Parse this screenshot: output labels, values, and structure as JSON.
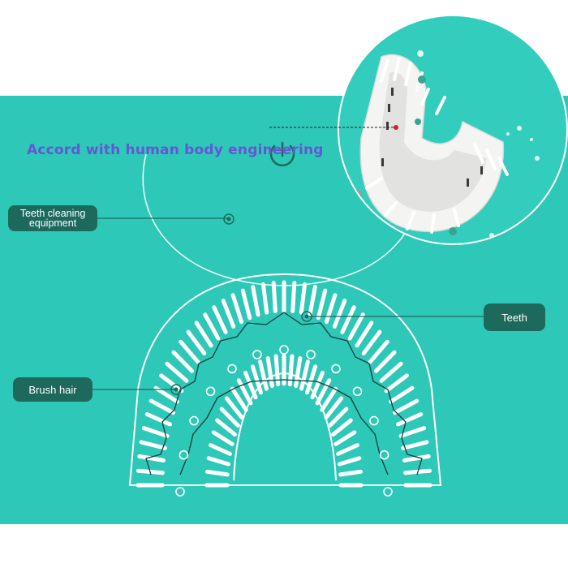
{
  "headline": "Accord with human body engineering",
  "callouts": {
    "teeth_cleaning_equipment": "Teeth cleaning\nequipment",
    "teeth": "Teeth",
    "brush_hair": "Brush hair"
  },
  "icons": {
    "power": "power-icon"
  },
  "colors": {
    "background": "#2ec8b8",
    "headline": "#6655d6",
    "label_bg": "#1d6a5d",
    "lines": "#ffffff"
  }
}
